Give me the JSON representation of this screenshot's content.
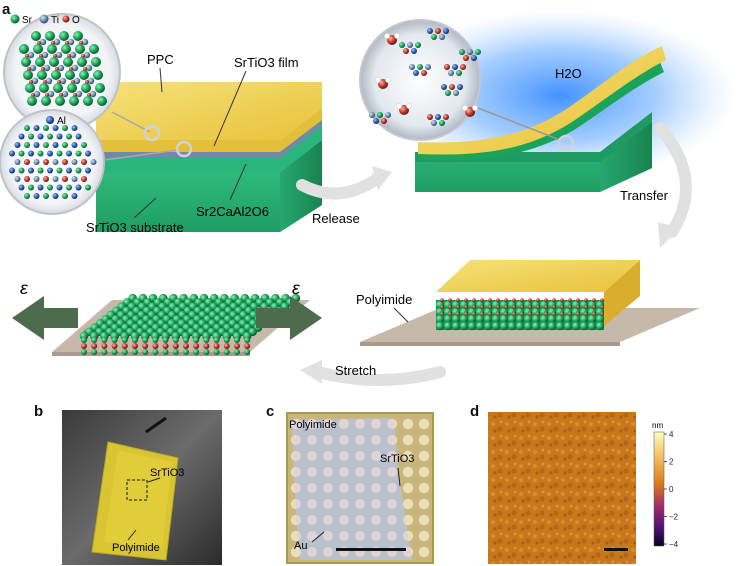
{
  "panels": {
    "a": {
      "letter": "a",
      "legend_atoms": {
        "sr": "Sr",
        "ti": "Ti",
        "o": "O",
        "al": "Al"
      },
      "ppc": "PPC",
      "film": "SrTiO3 film",
      "substrate": "SrTiO3 substrate",
      "sacrificial": "Sr2CaAl2O6",
      "water": "H2O",
      "release": "Release",
      "transfer": "Transfer",
      "polyimide": "Polyimide",
      "stretch": "Stretch",
      "strain": "ε"
    },
    "b": {
      "letter": "b",
      "srtio3": "SrTiO3",
      "polyimide": "Polyimide"
    },
    "c": {
      "letter": "c",
      "polyimide": "Polyimide",
      "srtio3": "SrTiO3",
      "au": "Au"
    },
    "d": {
      "letter": "d",
      "colorbar_unit": "nm",
      "colorbar_ticks": [
        "4",
        "2",
        "0",
        "−2",
        "−4"
      ]
    }
  },
  "colors": {
    "substrate_green": "#3ecf8c",
    "ppc_yellow": "#f1d24a",
    "film_blue": "#7b8fa8",
    "sr_atom": "#1aa35a",
    "ti_atom": "#6b8fb0",
    "o_atom": "#c0392b",
    "arrow_gray": "#d8d8d8",
    "strain_arrow": "#4d6b4d",
    "afm_orange": "#c97a1a"
  }
}
